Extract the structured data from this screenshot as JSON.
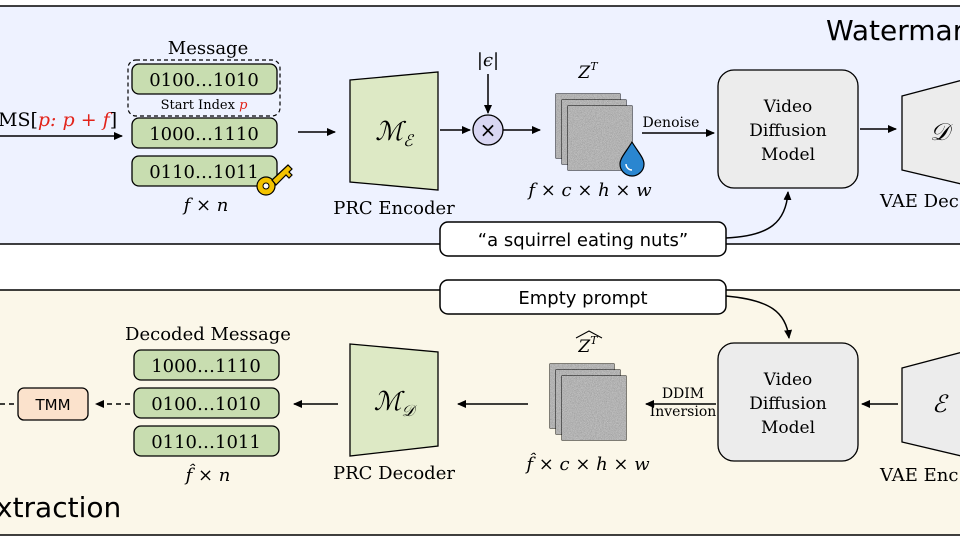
{
  "colors": {
    "top_panel_bg": "#eef2ff",
    "bottom_panel_bg": "#fbf7e9",
    "green_box": "#c8ddb0",
    "green_box_border": "#5f7f48",
    "encoder_fill": "#dde9c5",
    "gray_box": "#ececec",
    "tmm_fill": "#fbe2cc",
    "purple_circle": "#d8d6f2",
    "red_text": "#e2231a",
    "key_yellow": "#f3c300",
    "drop_blue": "#2a86d0"
  },
  "watermark": {
    "section_title": "Watermar",
    "input_ms": "MS[",
    "input_p_range": "p: p + f",
    "input_close": "]",
    "message_title": "Message",
    "messages": [
      "0100…1010",
      "1000…1110",
      "0110…1011"
    ],
    "start_index_label": "Start Index",
    "start_index_var": "p",
    "dims": "f × n",
    "encoder_symbol": "ℳ",
    "encoder_subscript": "ℰ",
    "encoder_label": "PRC Encoder",
    "noise_label": "|ϵ|",
    "multiply": "×",
    "zt_label": "Z",
    "zt_sup": "T",
    "latent_dims": "f × c × h × w",
    "denoise_label": "Denoise",
    "model_lines": [
      "Video",
      "Diffusion",
      "Model"
    ],
    "decoder_symbol": "𝒟",
    "vae_label": "VAE Dec",
    "prompt": "“a squirrel eating nuts”"
  },
  "extraction": {
    "section_title": "xtraction",
    "prompt": "Empty prompt",
    "model_lines": [
      "Video",
      "Diffusion",
      "Model"
    ],
    "vae_symbol": "ℰ",
    "vae_label": "VAE Enc",
    "inversion_lines": [
      "DDIM",
      "Inversion"
    ],
    "zt_label": "Z",
    "zt_sup": "T",
    "latent_dims": "f̂ × c × h × w",
    "decoder_symbol": "ℳ",
    "decoder_subscript": "𝒟",
    "decoder_label": "PRC Decoder",
    "decoded_title": "Decoded Message",
    "messages": [
      "1000…1110",
      "0100…1010",
      "0110…1011"
    ],
    "dims": "f̂ × n",
    "tmm_label": "TMM"
  }
}
